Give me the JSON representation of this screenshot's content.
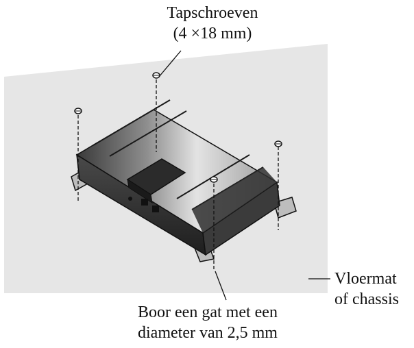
{
  "labels": {
    "screws": {
      "line1": "Tapschroeven",
      "line2": "(4 ×18 mm)"
    },
    "surface": {
      "line1": "Vloermat",
      "line2": "of chassis"
    },
    "drill": {
      "line1": "Boor een gat met een",
      "line2": "diameter van 2,5 mm"
    }
  },
  "colors": {
    "surface": "#e6e6e6",
    "outline": "#111111",
    "body_dark": "#2e2e2e",
    "body_mid": "#8a8a8a",
    "body_light": "#d9d9d9"
  }
}
